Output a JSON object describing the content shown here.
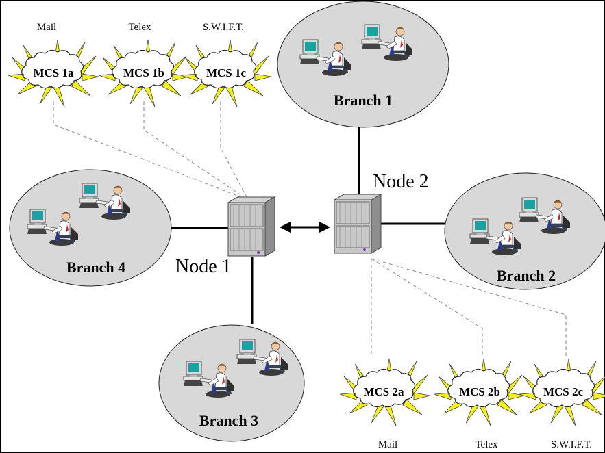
{
  "branches": [
    {
      "label": "Branch 1"
    },
    {
      "label": "Branch 2"
    },
    {
      "label": "Branch 3"
    },
    {
      "label": "Branch 4"
    }
  ],
  "nodes": [
    {
      "label": "Node 1"
    },
    {
      "label": "Node 2"
    }
  ],
  "mcs_node1": [
    {
      "label": "MCS 1a",
      "channel": "Mail"
    },
    {
      "label": "MCS 1b",
      "channel": "Telex"
    },
    {
      "label": "MCS 1c",
      "channel": "S.W.I.F.T."
    }
  ],
  "mcs_node2": [
    {
      "label": "MCS 2a",
      "channel": "Mail"
    },
    {
      "label": "MCS 2b",
      "channel": "Telex"
    },
    {
      "label": "MCS 2c",
      "channel": "S.W.I.F.T."
    }
  ],
  "colors": {
    "branch_fill": "#d8d8d8",
    "burst": "#f4ef1e",
    "server": "#c8c8c8",
    "monitor_screen": "#1aa2a2"
  }
}
